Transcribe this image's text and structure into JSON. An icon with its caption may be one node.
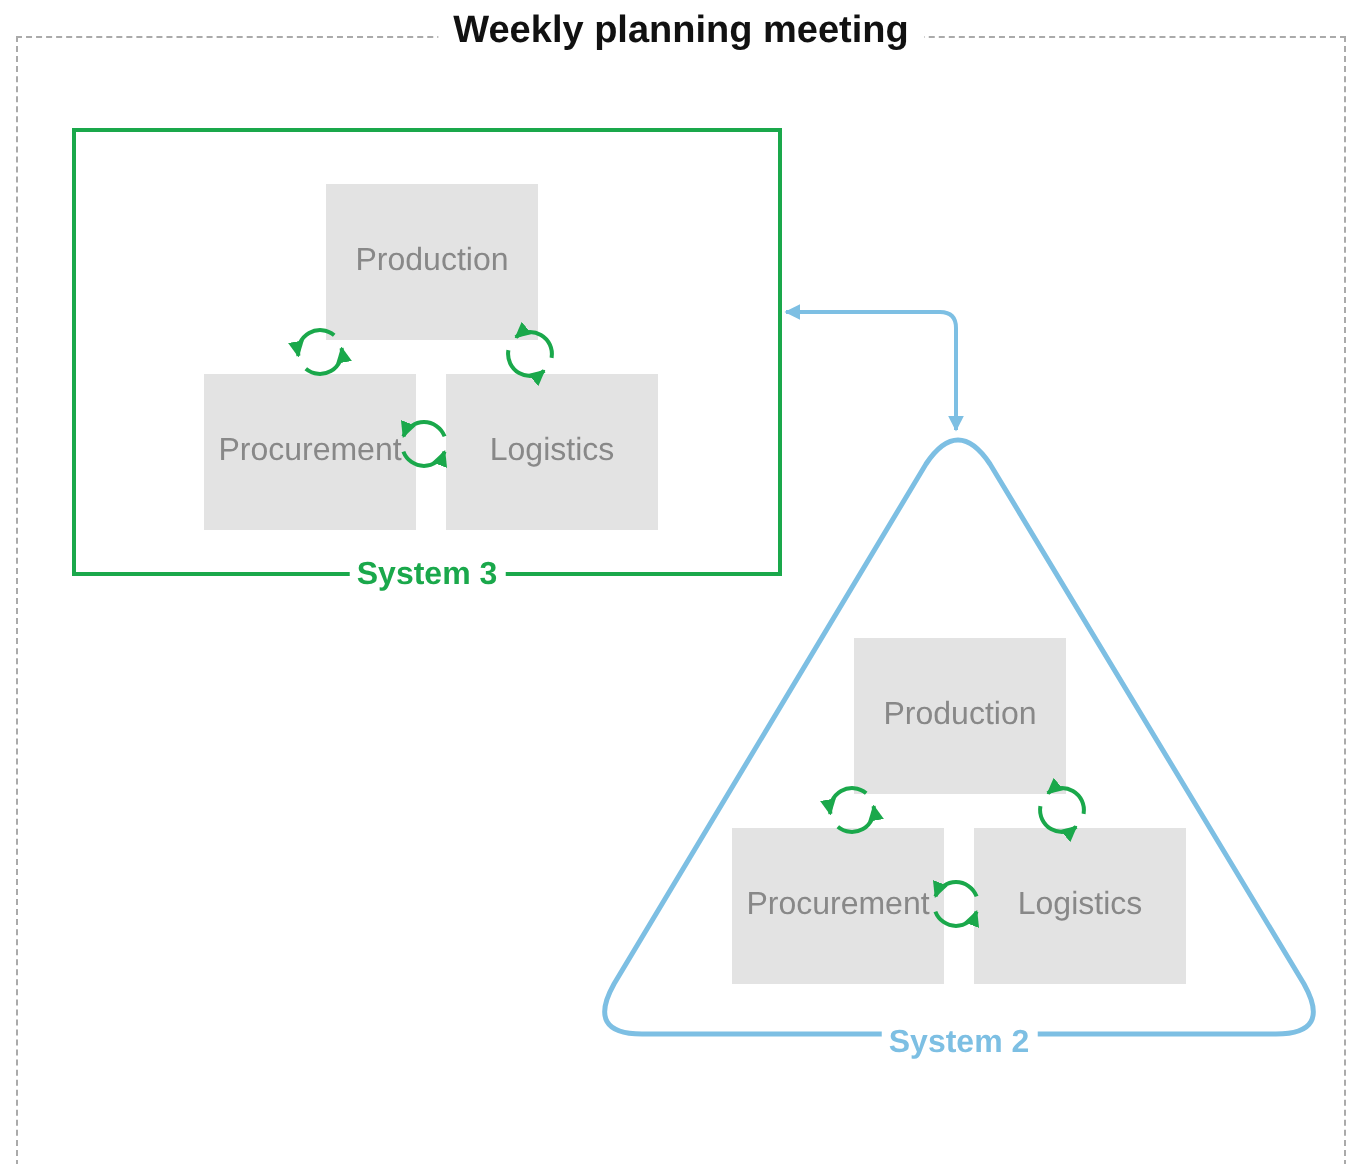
{
  "diagram": {
    "nodes": [
      {
        "text": [
          "Weekly planning meeting"
        ]
      },
      {
        "text": [
          "System 3"
        ],
        "in": 0
      },
      {
        "text": [
          "Production"
        ],
        "in": 1
      },
      {
        "text": [
          "Procurement"
        ],
        "in": 1
      },
      {
        "text": [
          "Logistics"
        ],
        "in": 1
      },
      {
        "text": [
          "System 2"
        ],
        "in": 0
      },
      {
        "text": [
          "Production"
        ],
        "in": 5
      },
      {
        "text": [
          "Procurement"
        ],
        "in": 5
      },
      {
        "text": [
          "Logistics"
        ],
        "in": 5
      }
    ],
    "edges": [
      {
        "from": 1,
        "to": 5,
        "arrow": "both",
        "color": "#7dbfe3"
      },
      {
        "from": 2,
        "to": 3,
        "arrow": "to"
      },
      {
        "from": 3,
        "to": 2,
        "arrow": "to"
      },
      {
        "from": 4,
        "to": 2,
        "arrow": "to"
      },
      {
        "from": 2,
        "to": 4,
        "arrow": "to"
      },
      {
        "from": 4,
        "to": 3,
        "arrow": "to"
      },
      {
        "from": 3,
        "to": 4,
        "arrow": "to"
      },
      {
        "from": 6,
        "to": 7,
        "arrow": "to"
      },
      {
        "from": 7,
        "to": 6,
        "arrow": "to"
      },
      {
        "from": 8,
        "to": 6,
        "arrow": "to"
      },
      {
        "from": 6,
        "to": 8,
        "arrow": "to"
      },
      {
        "from": 8,
        "to": 7,
        "arrow": "to"
      },
      {
        "from": 7,
        "to": 8,
        "arrow": "to"
      }
    ]
  }
}
